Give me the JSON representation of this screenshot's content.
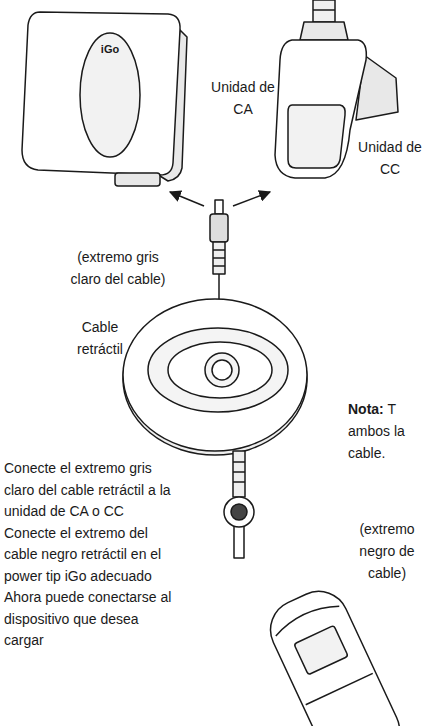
{
  "diagram": {
    "labels": [
      "iGo",
      "Unidad de CA",
      "Unidad de CC",
      "(extremo gris claro del cable)",
      "Cable retráctil",
      "Nota:",
      "T ambos la cable.",
      "(extremo negro de cable)",
      "Conecte el extremo gris claro del cable retráctil a la unidad de CA o CC",
      "Conecte el extremo del cable negro retráctil en el power tip iGo adecuado",
      "Ahora puede conectarse al dispositivo que desea cargar"
    ]
  }
}
